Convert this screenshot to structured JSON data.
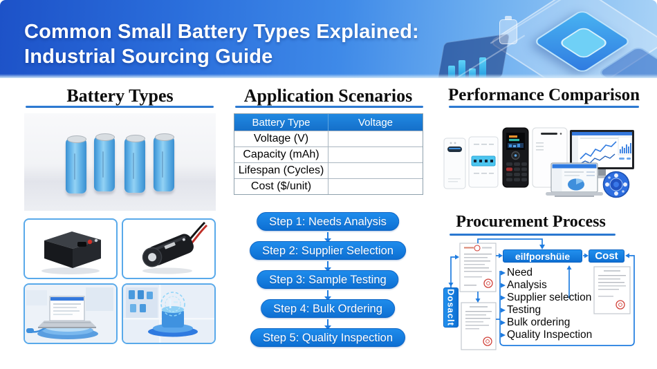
{
  "header": {
    "title_line1": "Common Small Battery Types Explained:",
    "title_line2": "Industrial Sourcing Guide"
  },
  "battery_types": {
    "title": "Battery Types"
  },
  "application": {
    "title": "Application Scenarios",
    "table": {
      "col1": "Battery Type",
      "col2": "Voltage",
      "rows": [
        {
          "label": "Voltage (V)",
          "value": ""
        },
        {
          "label": "Capacity (mAh)",
          "value": ""
        },
        {
          "label": "Lifespan (Cycles)",
          "value": ""
        },
        {
          "label": "Cost ($/unit)",
          "value": ""
        }
      ]
    },
    "steps": [
      "Step 1: Needs Analysis",
      "Step 2: Supplier Selection",
      "Step 3: Sample Testing",
      "Step 4: Bulk Ordering",
      "Step 5: Quality Inspection"
    ]
  },
  "performance": {
    "title": "Performance Comparison"
  },
  "procurement": {
    "title": "Procurement Process",
    "flow_box_label": "eilfporshüie",
    "cost_box_label": "Cost",
    "side_box_label": "Dosaclt",
    "items": [
      "Need",
      "Analysis",
      "Supplier selection",
      "Testing",
      "Bulk ordering",
      "Quality Inspection"
    ]
  },
  "icons": {
    "document-icon": "page with text lines and red stamp",
    "stamp-icon": "red circle seal",
    "arrow-down-icon": "▼",
    "arrow-right-icon": "►"
  },
  "colors": {
    "accent_blue": "#1f7ce0",
    "header_gradient_start": "#1d52c8",
    "header_gradient_end": "#a8d2f6",
    "table_header_blue": "#1b82dc",
    "step_pill_blue": "#0d6fd3",
    "title_underline": "#1563be",
    "battery_cell_blue": "#62b2e8"
  }
}
